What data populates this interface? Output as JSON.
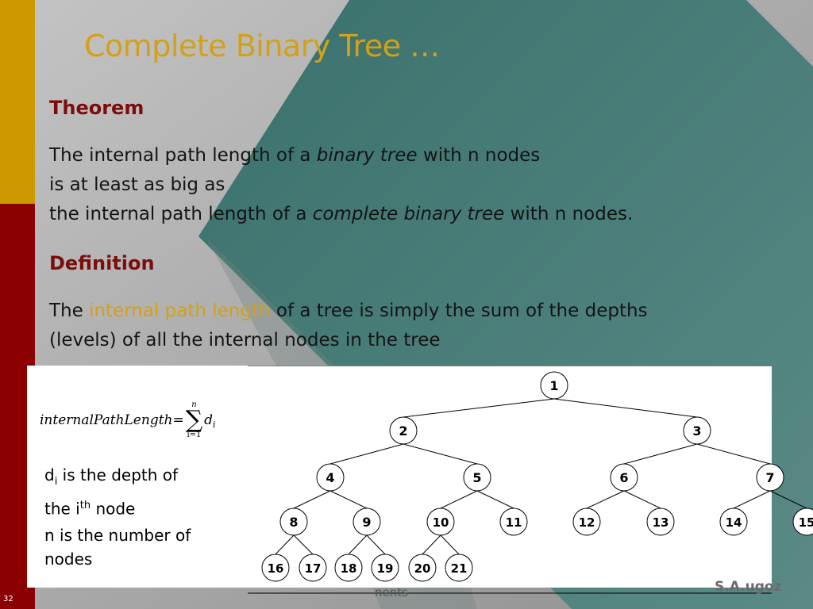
{
  "slide": {
    "title": "Complete Binary Tree …",
    "slide_number": "32",
    "footer_center": "nents",
    "footer_right": "S.A.ugoz"
  },
  "theorem": {
    "heading": "Theorem",
    "line1_a": "The internal path length of a ",
    "line1_em": "binary tree",
    "line1_b": " with n nodes",
    "line2": "is at least as big as",
    "line3_a": "the internal path length of a ",
    "line3_em": "complete binary tree",
    "line3_b": " with n nodes."
  },
  "definition": {
    "heading": "Definition",
    "line1_a": "The ",
    "line1_hl": "internal path length",
    "line1_b": " of a tree is simply the sum of the depths",
    "line2": "(levels) of all the internal nodes in the tree"
  },
  "formula": {
    "lhs": "internalPathLength",
    "eq": "=",
    "upper": "n",
    "lower": "i=1",
    "term": "d",
    "sub": "i"
  },
  "notes": {
    "di_a": "d",
    "di_sub": "i",
    "di_b": " is the depth of",
    "di_c": "the i",
    "di_sup": "th",
    "di_d": " node",
    "n_line1": "n is the number of",
    "n_line2": "nodes"
  },
  "colors": {
    "title": "#d4a017",
    "heading": "#7d0c0c",
    "highlight": "#d4a017",
    "teal": "#3f7570",
    "left_bar_gold": "#cc9900",
    "left_bar_red": "#8b0000"
  },
  "tree": {
    "nodes": [
      {
        "id": "1",
        "parent": null
      },
      {
        "id": "2",
        "parent": "1"
      },
      {
        "id": "3",
        "parent": "1"
      },
      {
        "id": "4",
        "parent": "2"
      },
      {
        "id": "5",
        "parent": "2"
      },
      {
        "id": "6",
        "parent": "3"
      },
      {
        "id": "7",
        "parent": "3"
      },
      {
        "id": "8",
        "parent": "4"
      },
      {
        "id": "9",
        "parent": "4"
      },
      {
        "id": "10",
        "parent": "5"
      },
      {
        "id": "11",
        "parent": "5"
      },
      {
        "id": "12",
        "parent": "6"
      },
      {
        "id": "13",
        "parent": "6"
      },
      {
        "id": "14",
        "parent": "7"
      },
      {
        "id": "15",
        "parent": "7"
      },
      {
        "id": "16",
        "parent": "8"
      },
      {
        "id": "17",
        "parent": "8"
      },
      {
        "id": "18",
        "parent": "9"
      },
      {
        "id": "19",
        "parent": "9"
      },
      {
        "id": "20",
        "parent": "10"
      },
      {
        "id": "21",
        "parent": "10"
      }
    ]
  }
}
